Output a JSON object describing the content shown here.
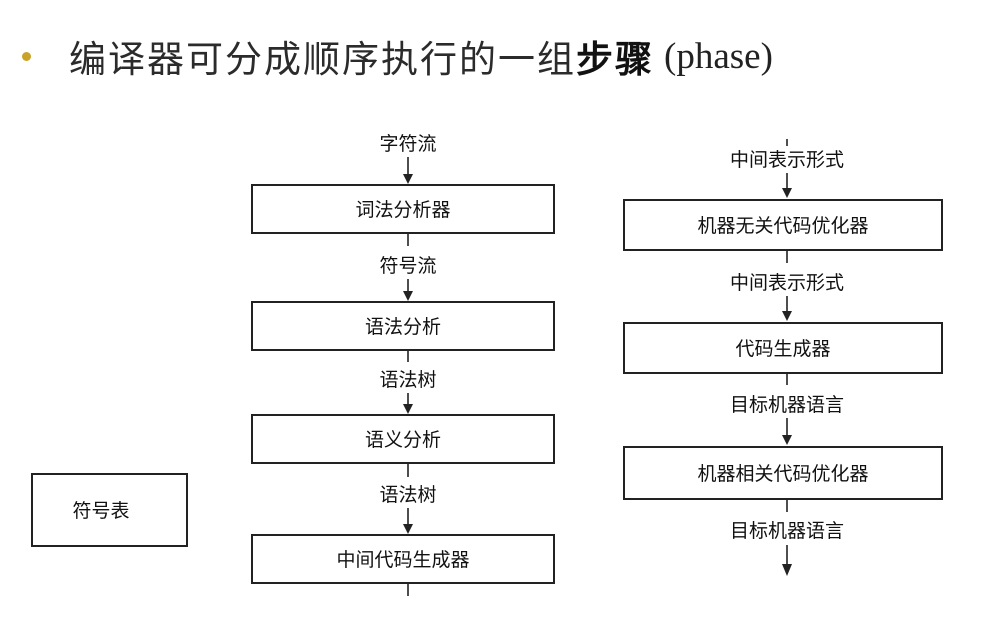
{
  "heading": {
    "text": "编译器可分成顺序执行的一组",
    "bold": "步骤",
    "english": "(phase)",
    "bullet_color": "#c9a227"
  },
  "left_flow": {
    "input_label": "字符流",
    "box1": "词法分析器",
    "label1": "符号流",
    "box2": "语法分析",
    "label2": "语法树",
    "box3": "语义分析",
    "label3": "语法树",
    "box4": "中间代码生成器"
  },
  "side_box": "符号表",
  "right_flow": {
    "input_label": "中间表示形式",
    "box1": "机器无关代码优化器",
    "label1": "中间表示形式",
    "box2": "代码生成器",
    "label2": "目标机器语言",
    "box3": "机器相关代码优化器",
    "label3": "目标机器语言"
  }
}
